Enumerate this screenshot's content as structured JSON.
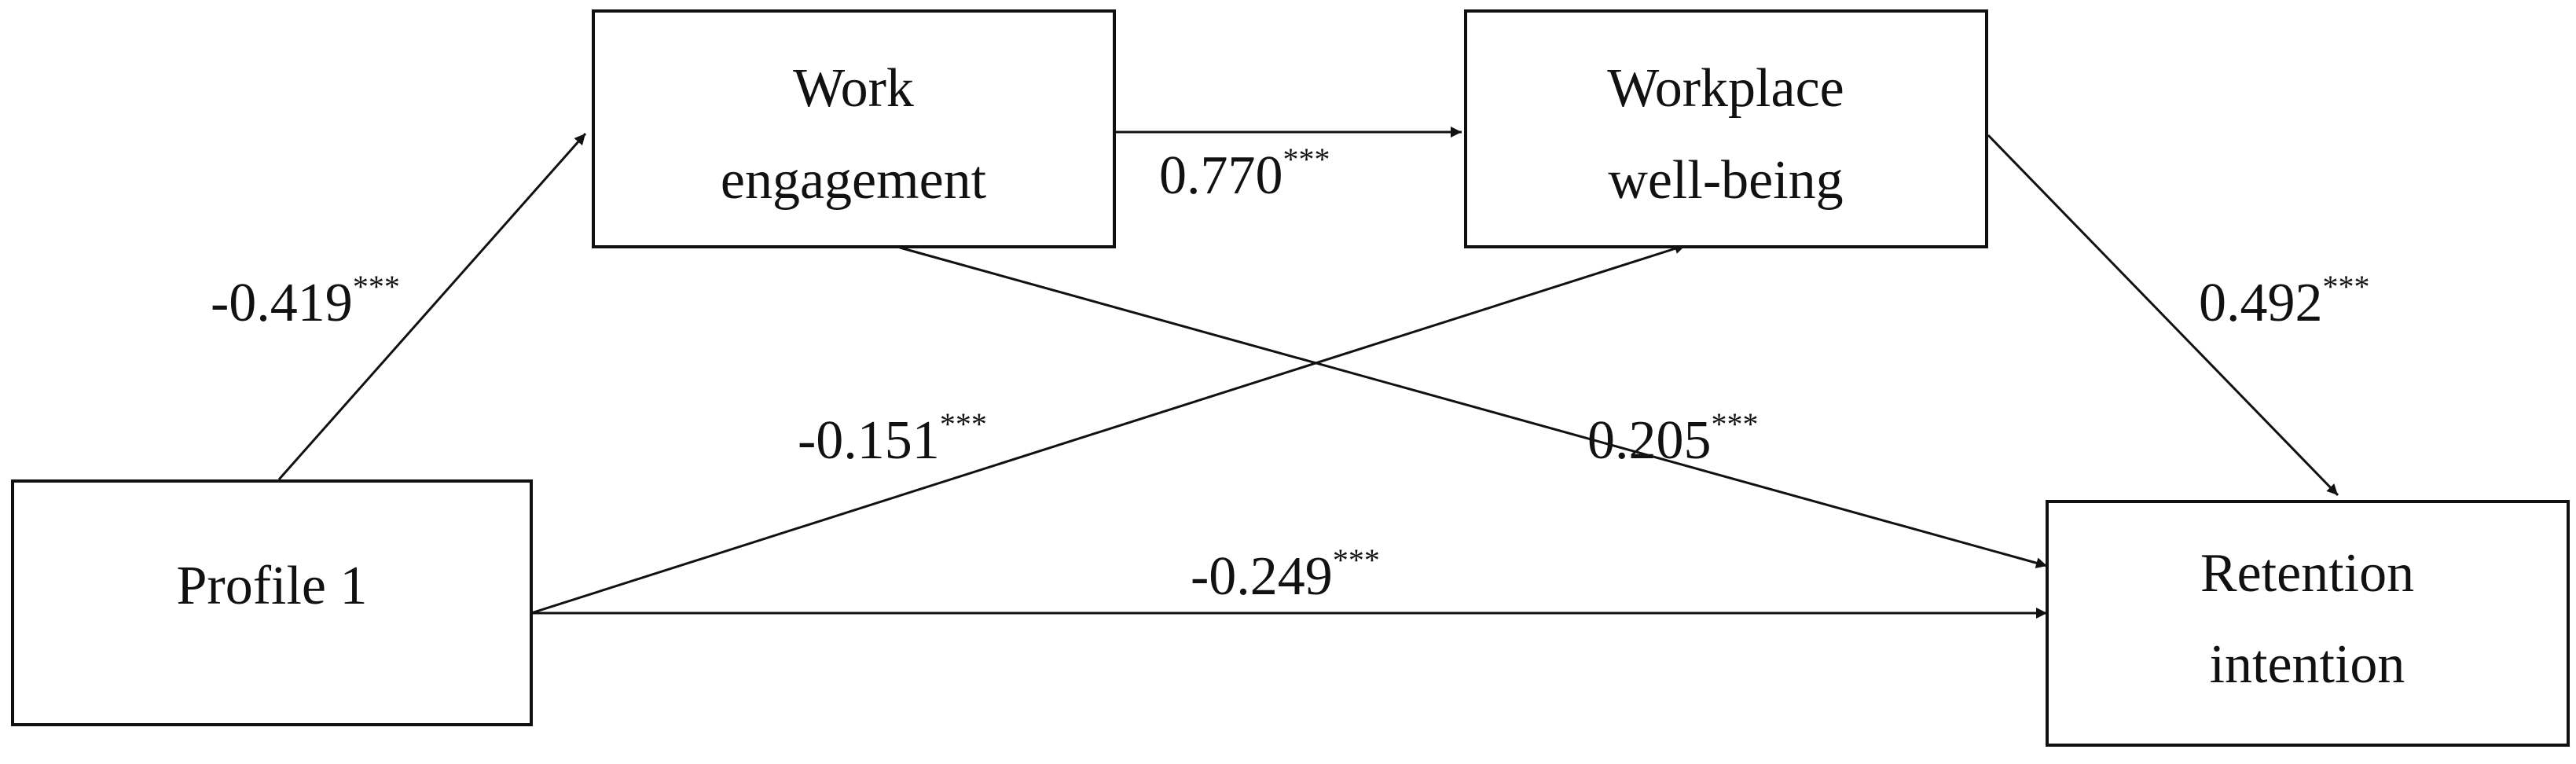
{
  "nodes": {
    "profile": {
      "lines": [
        "Profile 1"
      ]
    },
    "engagement": {
      "lines": [
        "Work",
        "engagement"
      ]
    },
    "wellbeing": {
      "lines": [
        "Workplace",
        "well-being"
      ]
    },
    "retention": {
      "lines": [
        "Retention",
        "intention"
      ]
    }
  },
  "paths": {
    "profile_engagement": {
      "coef": "-0.419",
      "sig": "***"
    },
    "engagement_wellbeing": {
      "coef": "0.770",
      "sig": "***"
    },
    "wellbeing_retention": {
      "coef": "0.492",
      "sig": "***"
    },
    "profile_wellbeing": {
      "coef": "-0.151",
      "sig": "***"
    },
    "engagement_retention": {
      "coef": "0.205",
      "sig": "***"
    },
    "profile_retention": {
      "coef": "-0.249",
      "sig": "***"
    }
  }
}
